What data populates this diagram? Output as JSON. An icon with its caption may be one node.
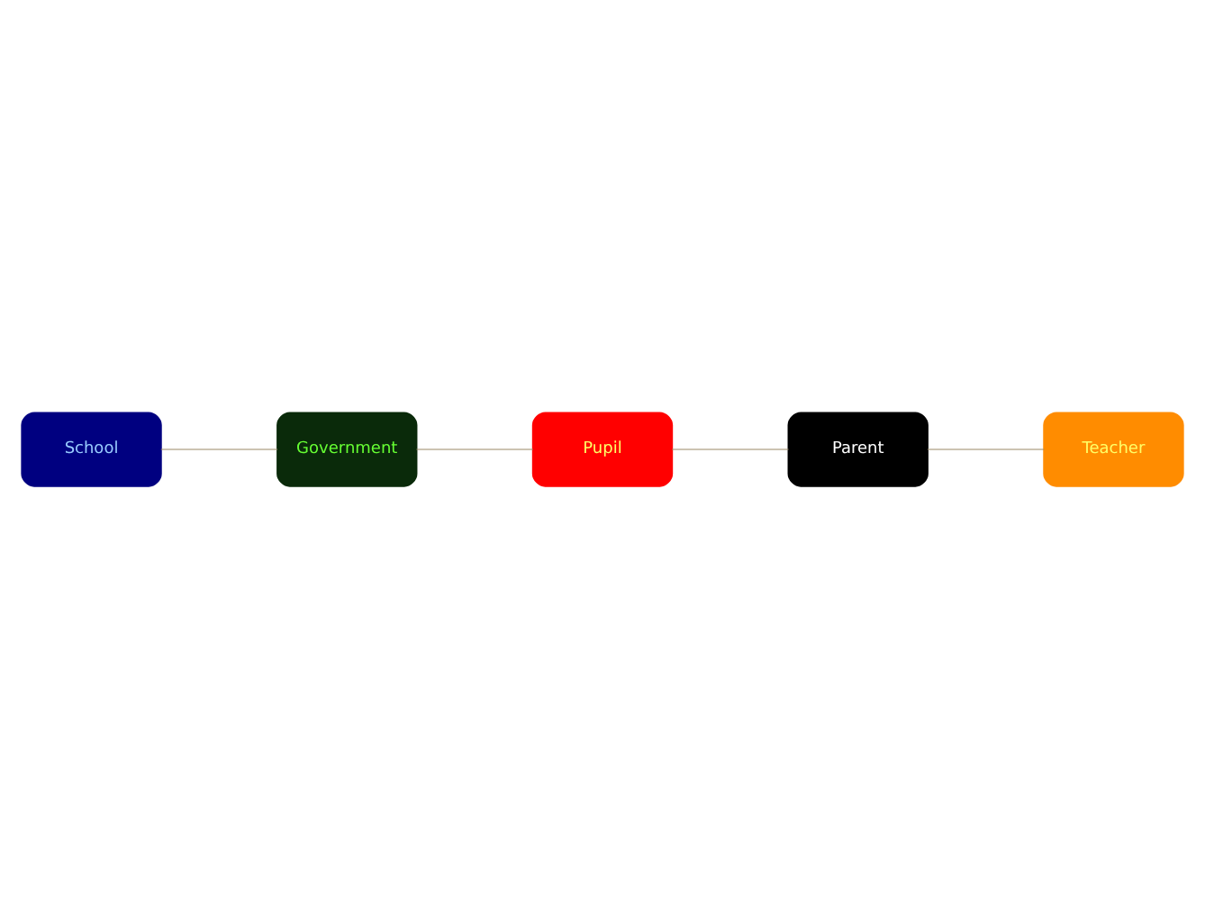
{
  "diagram": {
    "nodes": [
      {
        "text": [
          "Pupil"
        ]
      },
      {
        "text": [
          "Parent"
        ]
      },
      {
        "text": [
          "Teacher"
        ]
      },
      {
        "text": [
          "School"
        ]
      },
      {
        "text": [
          "Government"
        ]
      }
    ],
    "edges": [
      {
        "from": 0,
        "to": 1,
        "arrow": "none"
      },
      {
        "from": 1,
        "to": 2,
        "arrow": "none"
      },
      {
        "from": 3,
        "to": 4,
        "arrow": "none"
      },
      {
        "from": 4,
        "to": 0,
        "arrow": "none"
      }
    ]
  }
}
